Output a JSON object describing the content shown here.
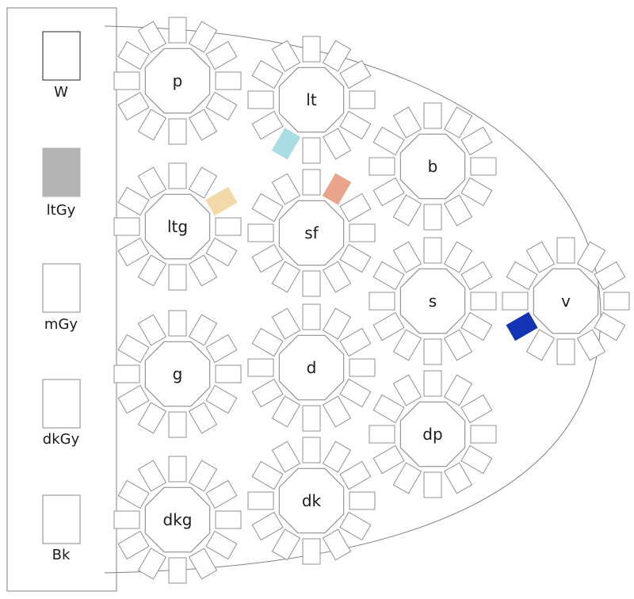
{
  "legend": [
    {
      "label": "W",
      "color": "#ffffff",
      "stroke": "#222222"
    },
    {
      "label": "ltGy",
      "color": "#b4b4b4",
      "stroke": "#b4b4b4"
    },
    {
      "label": "mGy",
      "color": "#ffffff",
      "stroke": "#888888"
    },
    {
      "label": "dkGy",
      "color": "#ffffff",
      "stroke": "#888888"
    },
    {
      "label": "Bk",
      "color": "#ffffff",
      "stroke": "#888888"
    }
  ],
  "tables": [
    {
      "label": "p",
      "highlights": []
    },
    {
      "label": "lt",
      "highlights": [
        {
          "seat": 4,
          "color": "#a8dde4"
        }
      ]
    },
    {
      "label": "b",
      "highlights": []
    },
    {
      "label": "ltg",
      "highlights": [
        {
          "seat": 11,
          "color": "#f2d9aa"
        }
      ]
    },
    {
      "label": "sf",
      "highlights": [
        {
          "seat": 10,
          "color": "#e8a58c"
        }
      ]
    },
    {
      "label": "s",
      "highlights": []
    },
    {
      "label": "v",
      "highlights": [
        {
          "seat": 5,
          "color": "#1334b5"
        }
      ]
    },
    {
      "label": "g",
      "highlights": []
    },
    {
      "label": "d",
      "highlights": []
    },
    {
      "label": "dp",
      "highlights": []
    },
    {
      "label": "dkg",
      "highlights": []
    },
    {
      "label": "dk",
      "highlights": []
    }
  ],
  "colors": {
    "outline": "#808080",
    "seat_outline": "#909090"
  }
}
